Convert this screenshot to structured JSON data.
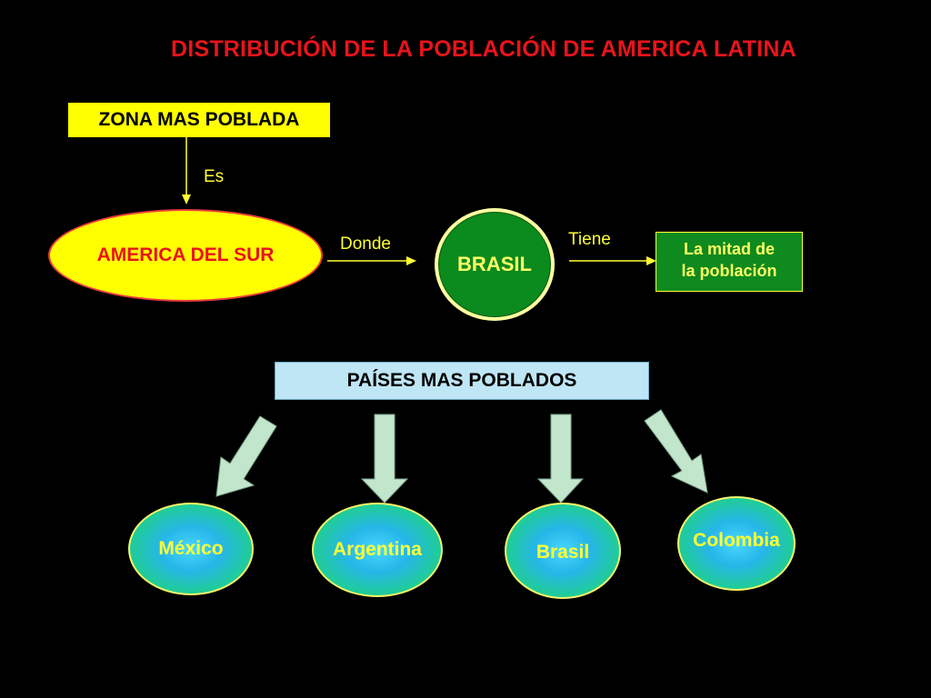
{
  "title": "DISTRIBUCIÓN DE LA POBLACIÓN DE AMERICA LATINA",
  "nodes": {
    "zona": "ZONA MAS POBLADA",
    "america_sur": "AMERICA DEL SUR",
    "brasil": "BRASIL",
    "mitad_line1": "La mitad de",
    "mitad_line2": "la población",
    "paises": "PAÍSES MAS POBLADOS"
  },
  "connectors": {
    "es": "Es",
    "donde": "Donde",
    "tiene": "Tiene"
  },
  "countries": [
    "México",
    "Argentina",
    "Brasil",
    "Colombia"
  ],
  "colors": {
    "background": "#000000",
    "title": "#e8141c",
    "yellow": "#ffff00",
    "green": "#0b8a1d",
    "light_blue": "#bfe6f5"
  }
}
